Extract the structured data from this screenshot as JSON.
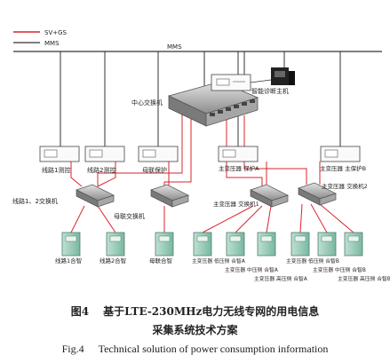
{
  "legend": {
    "sv_label": "SV+GS",
    "mms_label": "MMS",
    "sv_color": "#d9242b",
    "mms_color": "#333333"
  },
  "bus_label": "MMS",
  "central_switch": {
    "label": "中心交换机",
    "icon": "switch-icon"
  },
  "diagnostic_host": {
    "label": "智能诊断主机",
    "icon": "server-icon"
  },
  "top_devices": [
    {
      "label": "线路1测控"
    },
    {
      "label": "线路2测控"
    },
    {
      "label": "母联保护"
    },
    {
      "label": "主变压器 保护A"
    },
    {
      "label": "主变压器 主保护B"
    }
  ],
  "bay_switches": [
    {
      "label": "线路1、2交换机"
    },
    {
      "label": "母联交换机"
    },
    {
      "label": "主变压器 交换机1"
    },
    {
      "label": "主变压器 交换机2"
    }
  ],
  "merging_units": [
    {
      "label": "线路1合智"
    },
    {
      "label": "线路2合智"
    },
    {
      "label": "母联合智"
    },
    {
      "label": "主变压器 低压侧 合智A"
    },
    {
      "label": "主变压器 中压侧 合智A"
    },
    {
      "label": "主变压器 高压侧 合智A"
    },
    {
      "label": "主变压器 低压侧 合智B"
    },
    {
      "label": "主变压器 中压侧 合智B"
    },
    {
      "label": "主变压器 高压侧 合智B"
    }
  ],
  "caption": {
    "cn_prefix": "图4",
    "cn_line1": "基于LTE-230MHz电力无线专网的用电信息",
    "cn_line2": "采集系统技术方案",
    "en_prefix": "Fig.4",
    "en_line": "Technical solution of power consumption information"
  }
}
